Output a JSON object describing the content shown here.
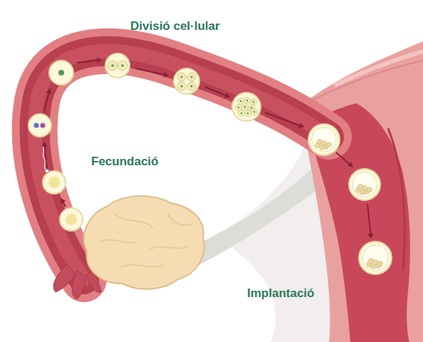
{
  "diagram": {
    "labels": [
      "Divisió cel·lular",
      "Fecundació",
      "Implantació"
    ]
  }
}
